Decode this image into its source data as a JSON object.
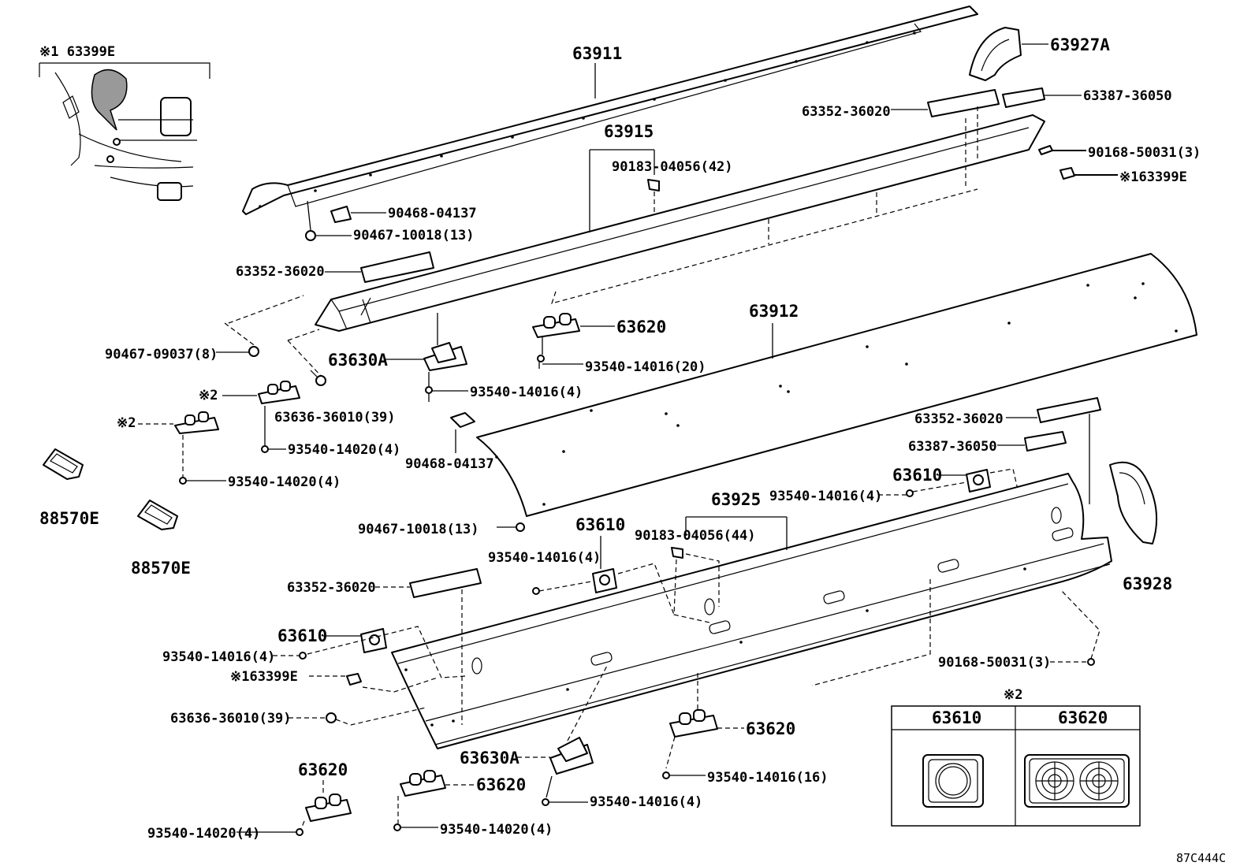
{
  "inset": {
    "title": "※1 63399E"
  },
  "labels": {
    "p63911": "63911",
    "p63927A": "63927A",
    "p63352_top": "63352-36020",
    "p63387_top": "63387-36050",
    "p63915": "63915",
    "p90183_42": "90183-04056(42)",
    "p90168_top": "90168-50031(3)",
    "p63399E_right": "※163399E",
    "p90468_top": "90468-04137",
    "p90467_13_top": "90467-10018(13)",
    "p63352_left": "63352-36020",
    "p63912": "63912",
    "p63620_mid": "63620",
    "p93540_20": "93540-14016(20)",
    "p63630A_top": "63630A",
    "p93540_4_mid": "93540-14016(4)",
    "p90467_09037": "90467-09037(8)",
    "x2_a": "※2",
    "p63636_top": "63636-36010(39)",
    "x2_b": "※2",
    "p93540_14020_a": "93540-14020(4)",
    "p93540_14020_b": "93540-14020(4)",
    "p90468_mid": "90468-04137",
    "p88570E_a": "88570E",
    "p88570E_b": "88570E",
    "p63352_right": "63352-36020",
    "p63387_right": "63387-36050",
    "p63610_right": "63610",
    "p93540_4_right": "93540-14016(4)",
    "p63925": "63925",
    "p90467_13_mid": "90467-10018(13)",
    "p90183_44": "90183-04056(44)",
    "p63610_mid": "63610",
    "p93540_4_mid2": "93540-14016(4)",
    "p63928": "63928",
    "p63352_bottom": "63352-36020",
    "p63610_left": "63610",
    "p93540_4_left": "93540-14016(4)",
    "p63399E_left": "※163399E",
    "p90168_bottom": "90168-50031(3)",
    "p63636_bottom": "63636-36010(39)",
    "p63620_bottom_right": "63620",
    "p63630A_bottom": "63630A",
    "p93540_16": "93540-14016(16)",
    "p63620_bottom_mid": "63620",
    "p63620_bottom_left": "63620",
    "p93540_4_bottom": "93540-14016(4)",
    "p93540_14020_bottom_a": "93540-14020(4)",
    "p93540_14020_bottom_b": "93540-14020(4)",
    "diagram_code": "87C444C"
  },
  "legend": {
    "marker": "※2",
    "col1": "63610",
    "col2": "63620"
  }
}
